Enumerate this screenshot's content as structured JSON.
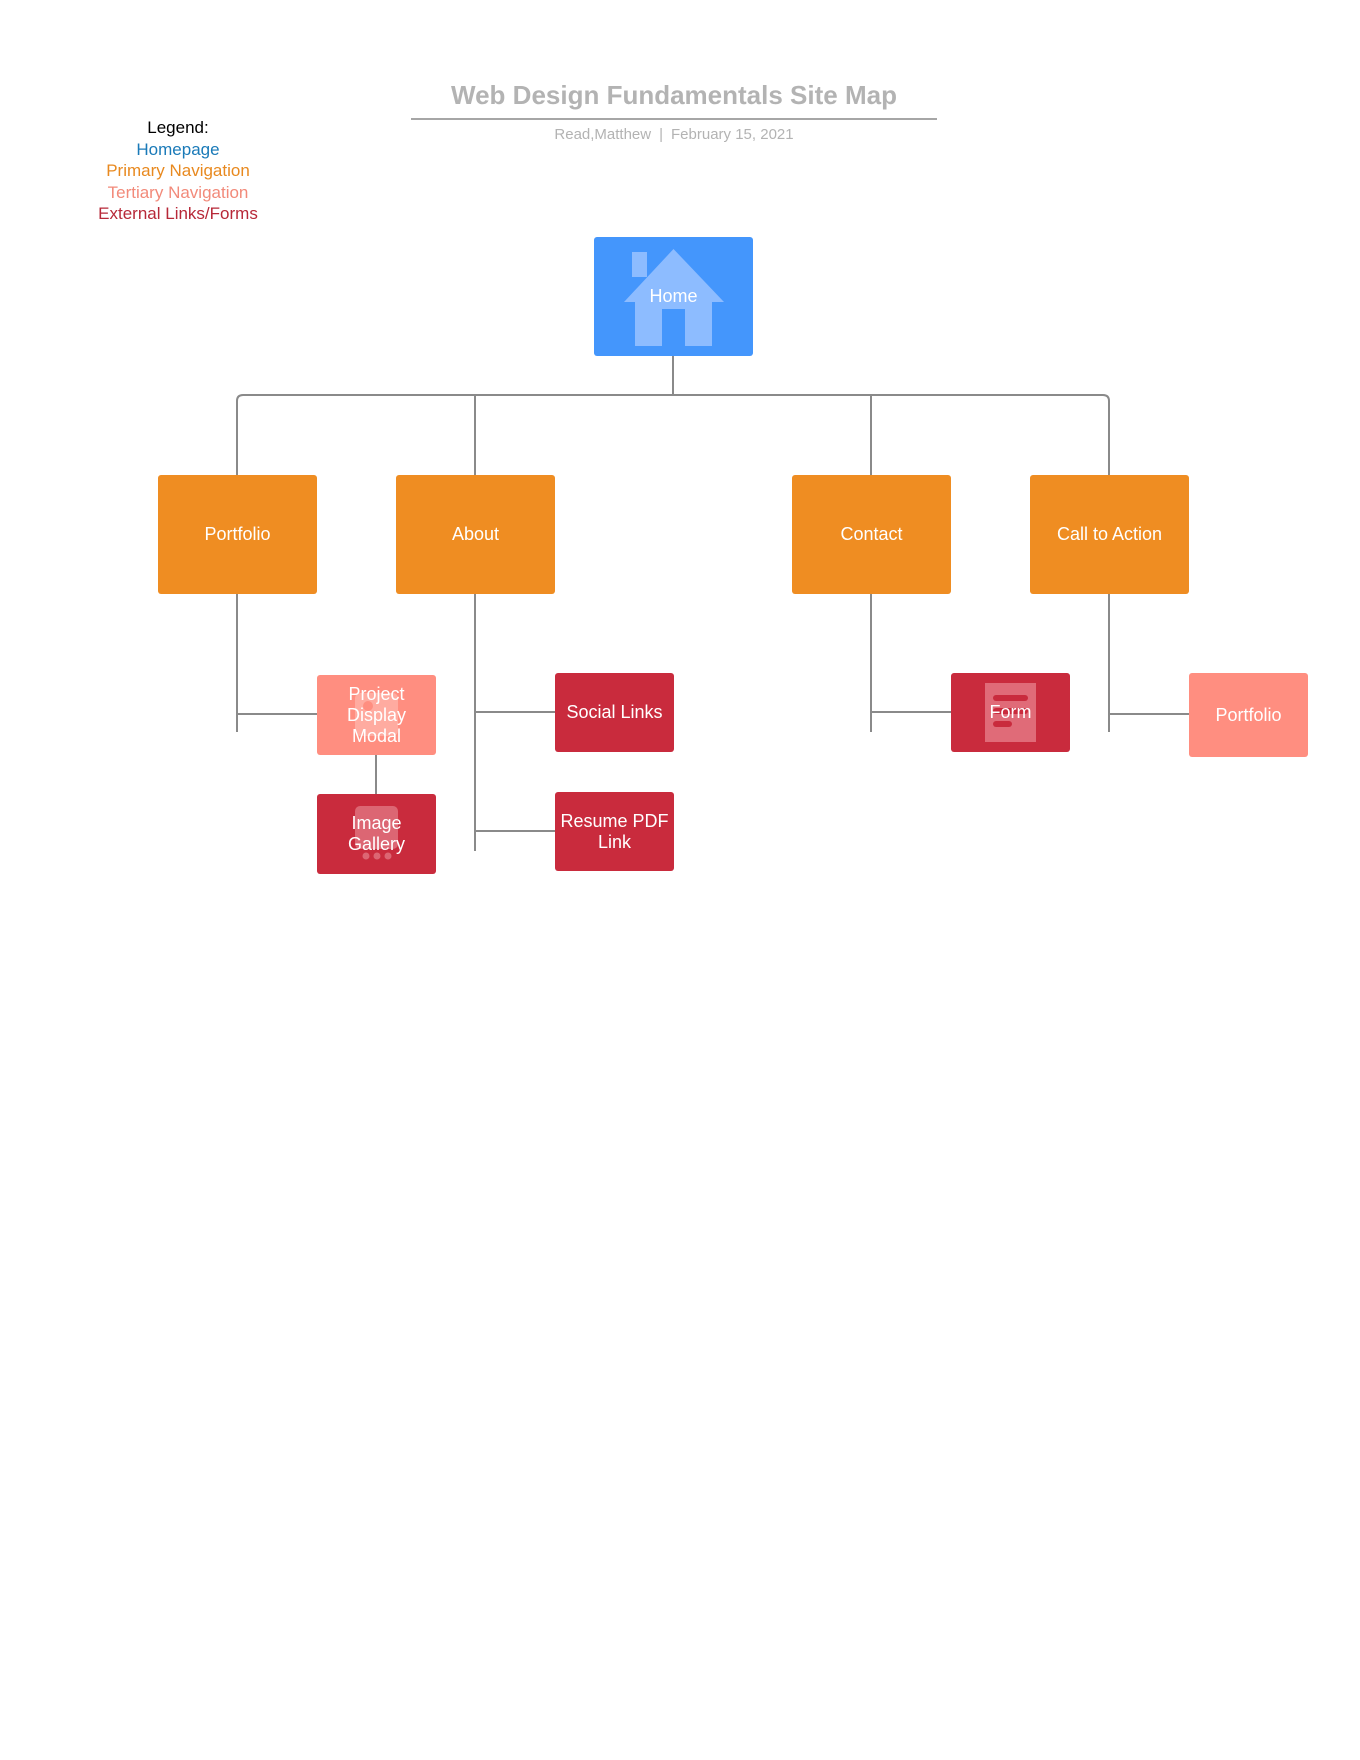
{
  "header": {
    "title": "Web Design Fundamentals Site Map",
    "author": "Read,Matthew",
    "separator": "|",
    "date": "February 15, 2021"
  },
  "legend": {
    "heading": "Legend:",
    "items": [
      {
        "label": "Homepage",
        "color": "#1a7ab8"
      },
      {
        "label": "Primary Navigation",
        "color": "#e8891f"
      },
      {
        "label": "Tertiary Navigation",
        "color": "#f28a7a"
      },
      {
        "label": "External Links/Forms",
        "color": "#b72838"
      }
    ]
  },
  "colors": {
    "homepage": "#4496fc",
    "primary": "#ef8d22",
    "tertiary": "#ff8e80",
    "external": "#c92b3d",
    "connector": "#8a8a8a"
  },
  "nodes": {
    "home": {
      "label": "Home",
      "icon": "house-icon"
    },
    "portfolio": {
      "label": "Portfolio"
    },
    "about": {
      "label": "About"
    },
    "contact": {
      "label": "Contact"
    },
    "call_to_action": {
      "label": "Call to Action"
    },
    "project_display_modal": {
      "label": "Project Display Modal",
      "icon": "image-icon"
    },
    "image_gallery": {
      "label": "Image Gallery",
      "icon": "gallery-icon"
    },
    "social_links": {
      "label": "Social Links"
    },
    "resume_pdf_link": {
      "label": "Resume PDF Link"
    },
    "form": {
      "label": "Form",
      "icon": "form-icon"
    },
    "portfolio_cta": {
      "label": "Portfolio"
    }
  }
}
